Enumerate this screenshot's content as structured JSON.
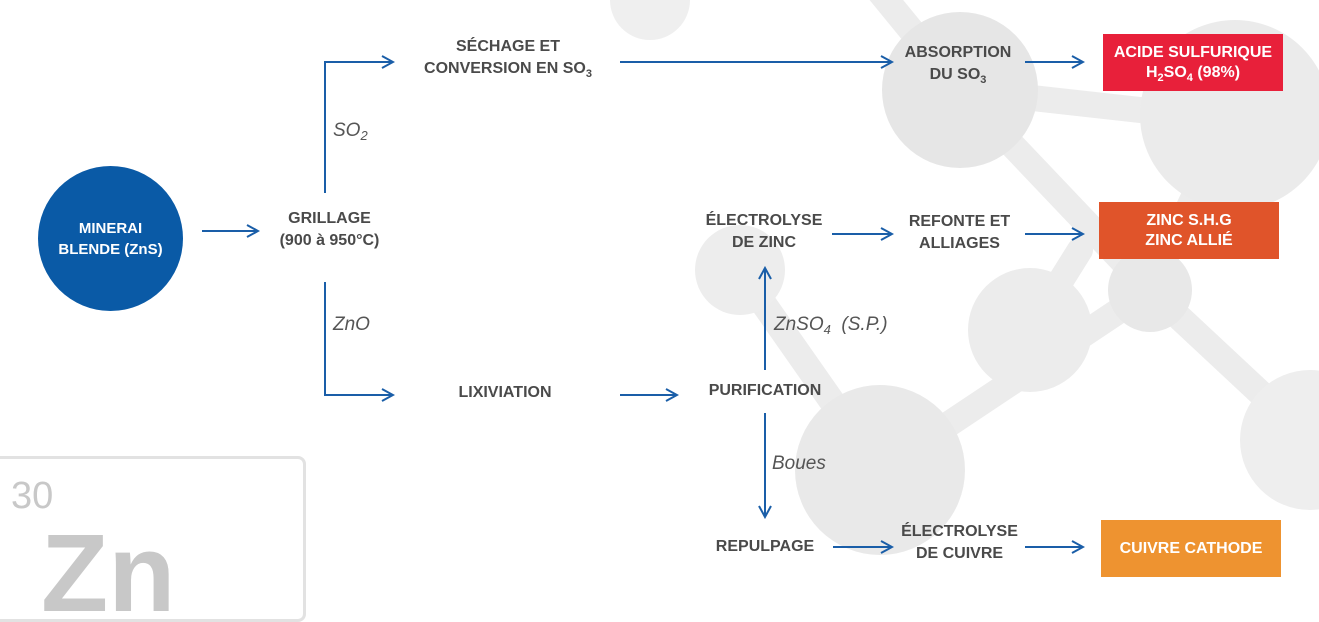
{
  "source": {
    "line1": "MINERAI",
    "line2": "BLENDE (ZnS)"
  },
  "nodes": {
    "grillage": {
      "line1": "GRILLAGE",
      "line2": "(900 à 950°C)"
    },
    "sechage": {
      "line1": "SÉCHAGE ET",
      "line2": "CONVERSION EN SO",
      "sub": "3"
    },
    "absorption": {
      "line1": "ABSORPTION",
      "line2": "DU SO",
      "sub": "3"
    },
    "lixiviation": {
      "label": "LIXIVIATION"
    },
    "purification": {
      "label": "PURIFICATION"
    },
    "electrolyse_zinc": {
      "line1": "ÉLECTROLYSE",
      "line2": "DE ZINC"
    },
    "refonte": {
      "line1": "REFONTE ET",
      "line2": "ALLIAGES"
    },
    "repulpage": {
      "label": "REPULPAGE"
    },
    "electrolyse_cuivre": {
      "line1": "ÉLECTROLYSE",
      "line2": "DE CUIVRE"
    }
  },
  "edge_labels": {
    "so2": {
      "text": "SO",
      "sub": "2"
    },
    "zno": {
      "text": "ZnO"
    },
    "znso4": {
      "text": "ZnSO",
      "sub": "4",
      "suffix": "(S.P.)"
    },
    "boues": {
      "text": "Boues"
    }
  },
  "products": {
    "acide": {
      "line1": "ACIDE SULFURIQUE",
      "line2a": "H",
      "sub1": "2",
      "line2b": "SO",
      "sub2": "4",
      "line2c": " (98%)",
      "color": "#e8203a"
    },
    "zinc": {
      "line1": "ZINC S.H.G",
      "line2": "ZINC ALLIÉ",
      "color": "#e0542a"
    },
    "cuivre": {
      "line1": "CUIVRE CATHODE",
      "color": "#ee9330"
    }
  },
  "element_card": {
    "number": "30",
    "symbol": "Zn"
  },
  "colors": {
    "arrow": "#1a5ea8",
    "circle": "#0a5aa6",
    "text": "#4a4a4a",
    "decor": "#e9e9e9"
  }
}
